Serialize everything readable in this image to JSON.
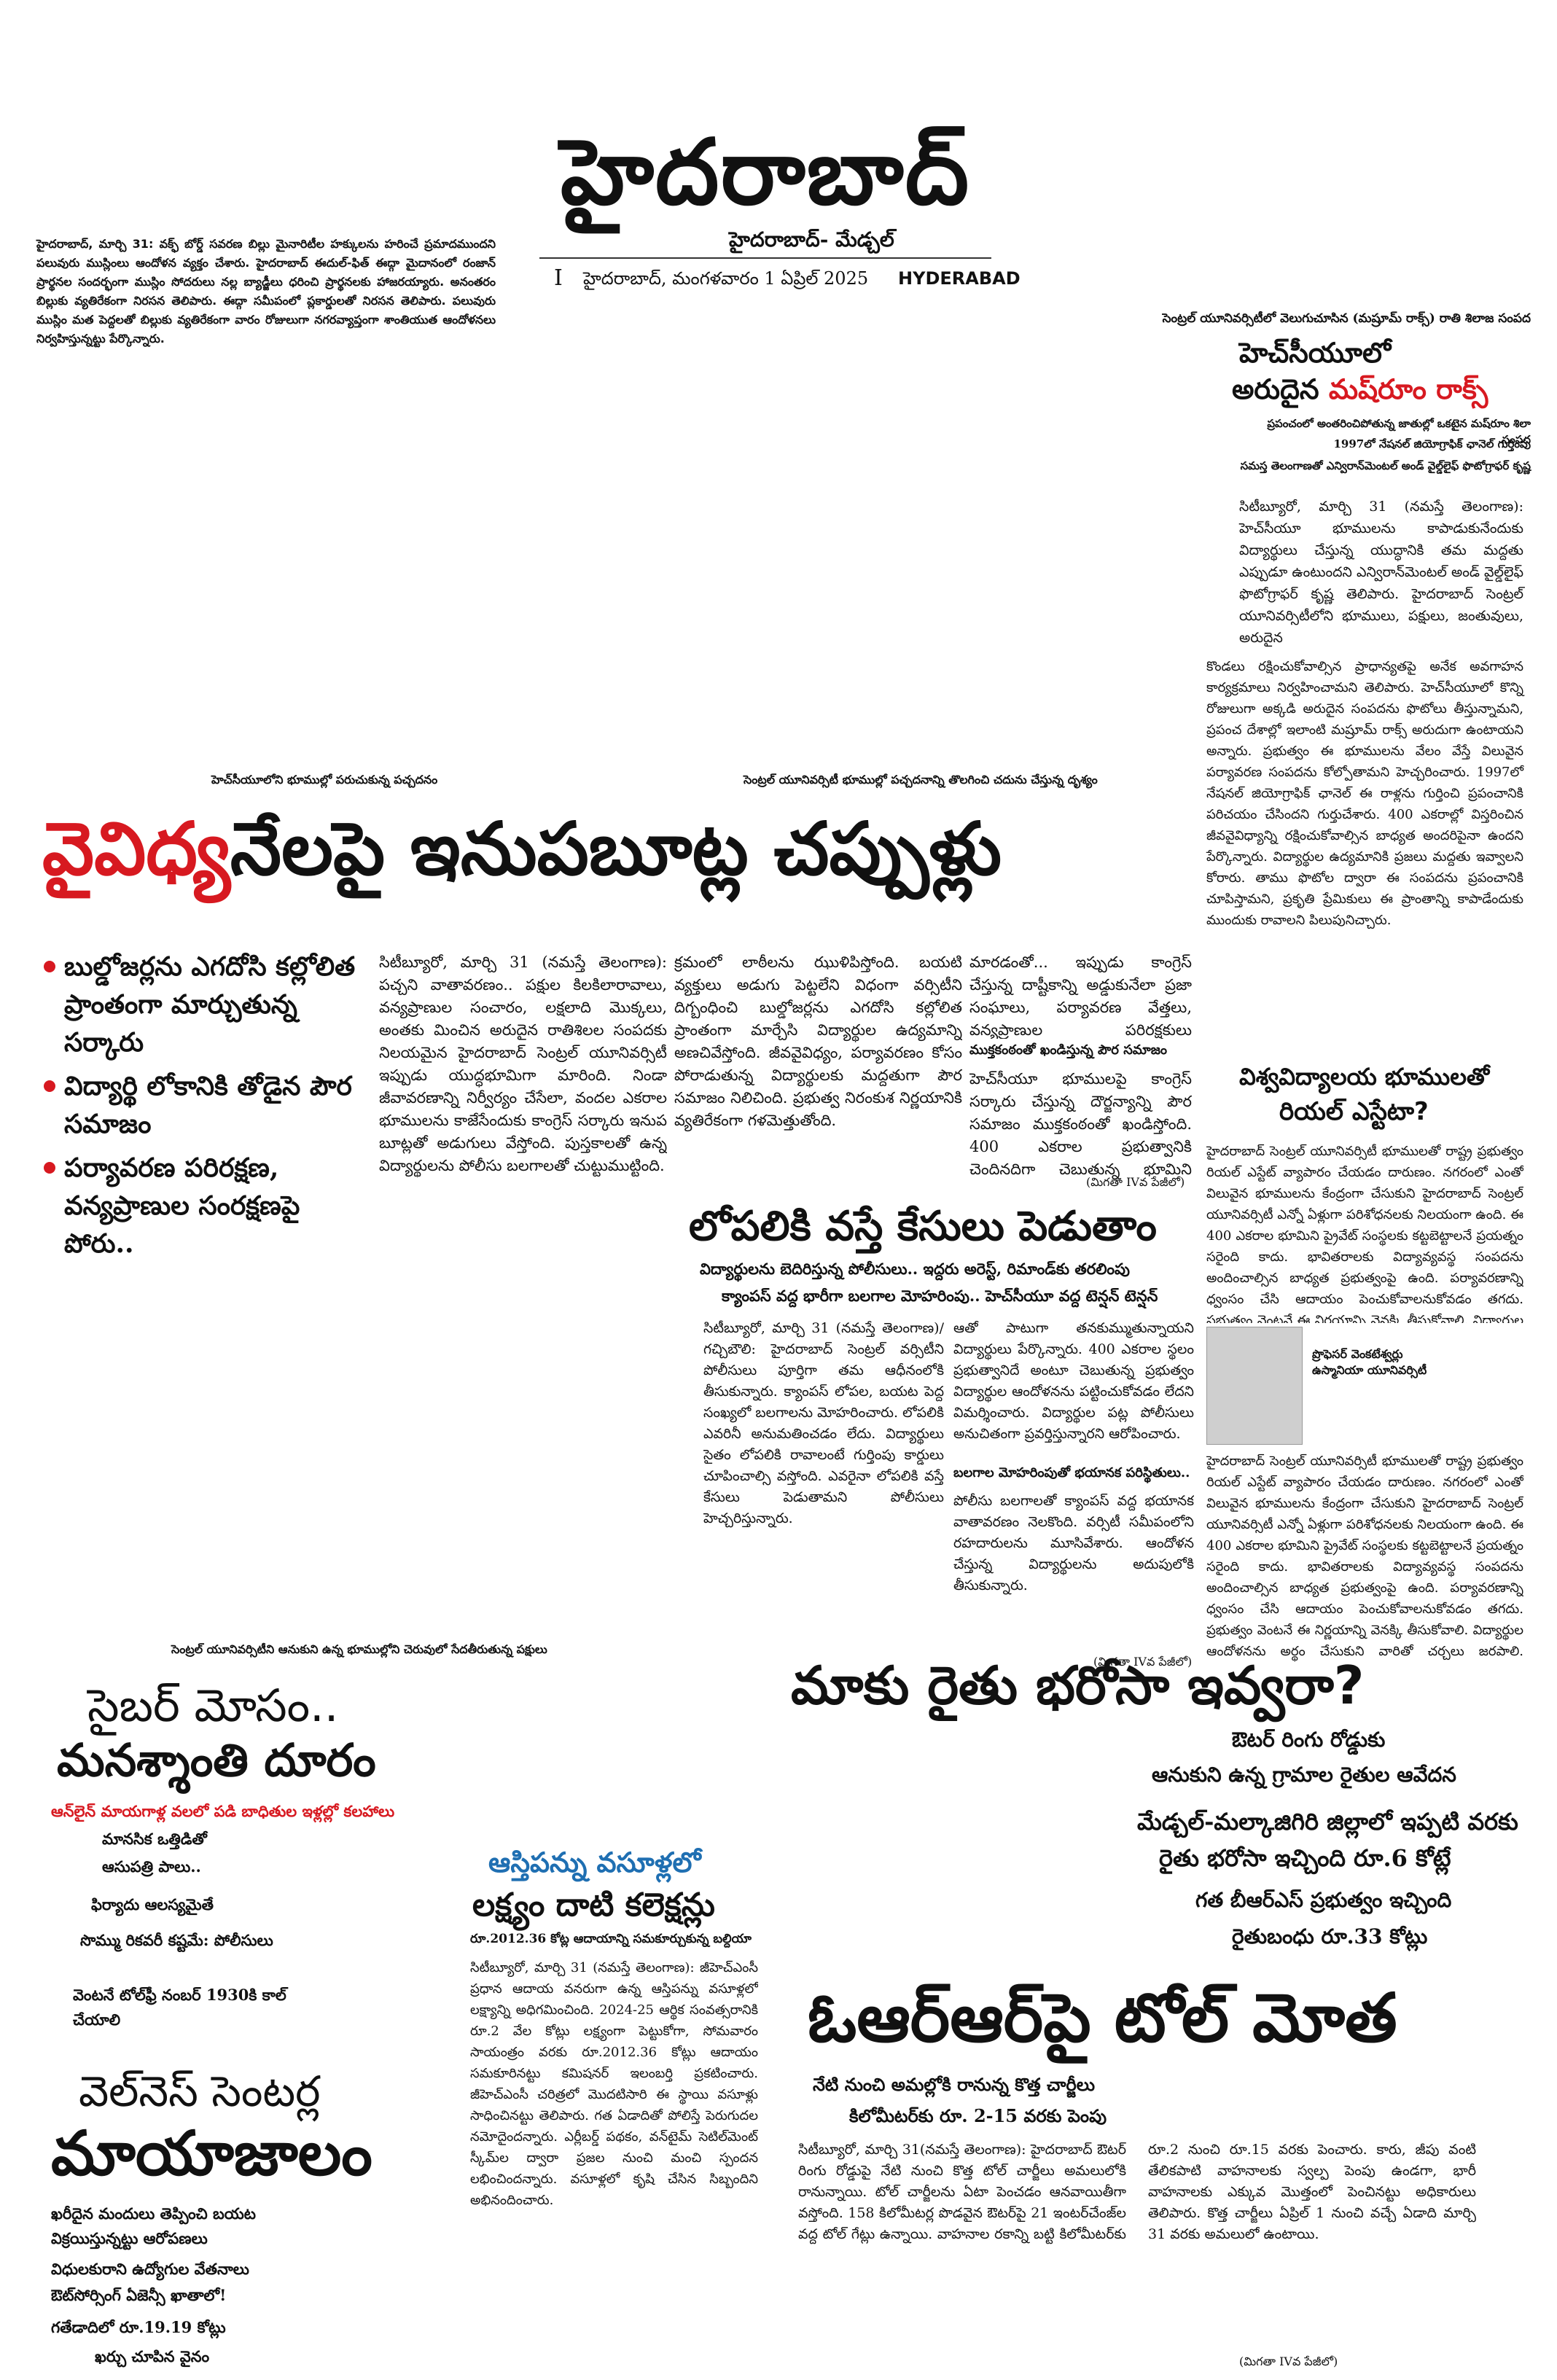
{
  "masthead": {
    "title": "హైదరాబాద్",
    "subtitle": "హైదరాబాద్- మేడ్చల్",
    "issue": "I",
    "date": "హైదరాబాద్, మంగళవారం 1 ఏప్రిల్ 2025",
    "city_en": "HYDERABAD"
  },
  "top_left_note": "హైదరాబాద్, మార్చి 31: వక్ఫ్ బోర్డ్ సవరణ బిల్లు మైనారిటీల హక్కులను హరించే ప్రమాదముందని పలువురు ముస్లింలు ఆందోళన వ్యక్తం చేశారు. హైదరాబాద్ ఈదుల్-ఫిత్ ఈద్గా మైదానంలో రంజాన్ ప్రార్థనల సందర్భంగా ముస్లిం సోదరులు నల్ల బ్యాడ్జీలు ధరించి ప్రార్థనలకు హాజరయ్యారు. అనంతరం బిల్లుకు వ్యతిరేకంగా నిరసన తెలిపారు. ఈద్గా సమీపంలో ప్లకార్డులతో నిరసన తెలిపారు. పలువురు ముస్లిం మత పెద్దలతో బిల్లుకు వ్యతిరేకంగా వారం రోజులుగా నగరవ్యాప్తంగా శాంతియుత ఆందోళనలు నిర్వహిస్తున్నట్టు పేర్కొన్నారు.",
  "mushroom": {
    "kicker": "సెంట్రల్ యూనివర్సిటీలో వెలుగుచూసిన (మష్రూమ్ రాక్స్) రాతి శిలాజ సంపద",
    "headline_1": "హెచ్‌సీయూలో",
    "headline_2a": "అరుదైన ",
    "headline_2b": "మష్‌రూం రాక్స్",
    "sub_1": "ప్రపంచంలో అంతరించిపోతున్న జాతుల్లో ఒకటైన మష్‌రూం శిలా సంపద",
    "sub_2": "1997లో నేషనల్ జియోగ్రాఫిక్ ఛానెల్ గుర్తింపు",
    "sub_3": "సమస్త తెలంగాణతో ఎన్విరాన్‌మెంటల్ అండ్ వైల్డ్‌లైఫ్ ఫొటోగ్రాఫర్ కృష్ణ",
    "body_narrow": "సిటీబ్యూరో, మార్చి 31 (నమస్తే తెలంగాణ): హెచ్‌సీయూ భూములను కాపాడుకునేందుకు విద్యార్థులు చేస్తున్న యుద్ధానికి తమ మద్దతు ఎప్పుడూ ఉంటుందని ఎన్విరాన్‌మెంటల్ అండ్ వైల్డ్‌లైఫ్ ఫొటోగ్రాఫర్ కృష్ణ తెలిపారు. హైదరాబాద్ సెంట్రల్ యూనివర్సిటీలోని భూములు, పక్షులు, జంతువులు, అరుదైన",
    "body_wide": "కొండలు రక్షించుకోవాల్సిన ప్రాధాన్యతపై అనేక అవగాహన కార్యక్రమాలు నిర్వహించామని తెలిపారు. హెచ్‌సీయూలో కొన్ని రోజులుగా అక్కడి అరుదైన సంపదను ఫొటోలు తీస్తున్నామని, ప్రపంచ దేశాల్లో ఇలాంటి మష్రూమ్ రాక్స్ అరుదుగా ఉంటాయని అన్నారు. ప్రభుత్వం ఈ భూములను వేలం వేస్తే విలువైన పర్యావరణ సంపదను కోల్పోతామని హెచ్చరించారు. 1997లో నేషనల్ జియోగ్రాఫిక్ ఛానెల్ ఈ రాళ్లను గుర్తించి ప్రపంచానికి పరిచయం చేసిందని గుర్తుచేశారు. 400 ఎకరాల్లో విస్తరించిన జీవవైవిధ్యాన్ని రక్షించుకోవాల్సిన బాధ్యత అందరిపైనా ఉందని పేర్కొన్నారు. విద్యార్థుల ఉద్యమానికి ప్రజలు మద్దతు ఇవ్వాలని కోరారు. తాము ఫొటోల ద్వారా ఈ సంపదను ప్రపంచానికి చూపిస్తామని, ప్రకృతి ప్రేమికులు ఈ ప్రాంతాన్ని కాపాడేందుకు ముందుకు రావాలని పిలుపునిచ్చారు."
  },
  "photo_captions": {
    "left": "హెచ్‌సీయూలోని భూముల్లో పరుచుకున్న పచ్చదనం",
    "right": "సెంట్రల్ యూనివర్సిటీ భూముల్లో పచ్చదనాన్ని తొలగించి చదును చేస్తున్న దృశ్యం"
  },
  "lead": {
    "headline_red": "వైవిధ్య",
    "headline_rest": "నేలపై ఇనుపబూట్ల చప్పుళ్లు",
    "bullets": [
      "బుల్డోజర్లను ఎగదోసి కల్లోలిత ప్రాంతంగా మార్చుతున్న సర్కారు",
      "విద్యార్థి లోకానికి తోడైన పౌర సమాజం",
      "పర్యావరణ పరిరక్షణ, వన్యప్రాణుల సంరక్షణపై పోరు.."
    ],
    "col1": "సిటీబ్యూరో, మార్చి 31 (నమస్తే తెలంగాణ): పచ్చని వాతావరణం.. పక్షుల కిలకిలారావాలు, వన్యప్రాణుల సంచారం, లక్షలాది మొక్కలు, అంతకు మించిన అరుదైన రాతిశిలల సంపదకు నిలయమైన హైదరాబాద్ సెంట్రల్ యూనివర్సిటీ ఇప్పుడు యుద్ధభూమిగా మారింది. నిండా జీవావరణాన్ని నిర్వీర్యం చేసేలా, వందల ఎకరాల భూములను కాజేసేందుకు కాంగ్రెస్ సర్కారు ఇనుప బూట్లతో అడుగులు వేస్తోంది. పుస్తకాలతో ఉన్న విద్యార్థులను పోలీసు బలగాలతో చుట్టుముట్టింది.",
    "col2": "క్రమంలో లాఠీలను ఝుళిపిస్తోంది. బయటి వ్యక్తులు అడుగు పెట్టలేని విధంగా వర్సిటీని దిగ్బంధించి బుల్డోజర్లను ఎగదోసి కల్లోలిత ప్రాంతంగా మార్చేసి విద్యార్థుల ఉద్యమాన్ని అణచివేస్తోంది. జీవవైవిధ్యం, పర్యావరణం కోసం పోరాడుతున్న విద్యార్థులకు మద్దతుగా పౌర సమాజం నిలిచింది. ప్రభుత్వ నిరంకుశ నిర్ణయానికి వ్యతిరేకంగా గళమెత్తుతోంది.",
    "col3": "మారడంతో... ఇప్పుడు కాంగ్రెస్ చేస్తున్న దాష్టీకాన్ని అడ్డుకునేలా ప్రజా సంఘాలు, పర్యావరణ వేత్తలు, వన్యప్రాణుల పరిరక్షకులు ముందుకొస్తున్నారు. ఇలా ప్రభుత్వ తీరుపై తెలంగాణ సమాజం ఆగ్రహంతో ఉంది.",
    "subhead": "ముక్తకంఠంతో ఖండిస్తున్న పౌర సమాజం",
    "col3b": "హెచ్‌సీయూ భూములపై కాంగ్రెస్ సర్కారు చేస్తున్న దౌర్జన్యాన్ని పౌర సమాజం ముక్తకంఠంతో ఖండిస్తోంది. 400 ఎకరాల ప్రభుత్వానికి చెందినదిగా చెబుతున్న భూమిని కాపాడుకోవాలని పిలుపునిస్తోంది. విద్యార్థి లోకం పోరాటానికి మద్దతుగా నిలిచింది, హెచ్‌సీయూ",
    "credit": "(మిగతా IVవ పేజీలో)"
  },
  "police": {
    "headline": "లోపలికి వస్తే కేసులు పెడుతాం",
    "sub_1": "విద్యార్థులను బెదిరిస్తున్న పోలీసులు.. ఇద్దరు అరెస్ట్, రిమాండ్‌కు తరలింపు",
    "sub_2": "క్యాంపస్ వద్ద భారీగా బలగాల మోహరింపు.. హెచ్‌సీయూ వద్ద టెన్షన్ టెన్షన్",
    "col1": "సిటీబ్యూరో, మార్చి 31 (నమస్తే తెలంగాణ)/గచ్చిబౌలి: హైదరాబాద్ సెంట్రల్ వర్సిటీని పోలీసులు పూర్తిగా తమ ఆధీనంలోకి తీసుకున్నారు. క్యాంపస్ లోపల, బయట పెద్ద సంఖ్యలో బలగాలను మోహరించారు. లోపలికి ఎవరినీ అనుమతించడం లేదు. విద్యార్థులు సైతం లోపలికి రావాలంటే గుర్తింపు కార్డులు చూపించాల్సి వస్తోంది. ఎవరైనా లోపలికి వస్తే కేసులు పెడుతామని పోలీసులు హెచ్చరిస్తున్నారు.",
    "col2": "ఆతో పాటుగా తనకుమ్ముతున్నాయని విద్యార్థులు పేర్కొన్నారు. 400 ఎకరాల స్థలం ప్రభుత్వానిదే అంటూ చెబుతున్న ప్రభుత్వం విద్యార్థుల ఆందోళనను పట్టించుకోవడం లేదని విమర్శించారు. విద్యార్థుల పట్ల పోలీసులు అనుచితంగా ప్రవర్తిస్తున్నారని ఆరోపించారు.",
    "subhead": "బలగాల మోహరింపుతో భయానక పరిస్థితులు..",
    "col2b": "పోలీసు బలగాలతో క్యాంపస్ వద్ద భయానక వాతావరణం నెలకొంది. వర్సిటీ సమీపంలోని రహదారులను మూసివేశారు. ఆందోళన చేస్తున్న విద్యార్థులను అదుపులోకి తీసుకున్నారు.",
    "credit": "(మిగతా IVవ పేజీలో)"
  },
  "prof": {
    "name": "ప్రొఫెసర్ వెంకటేశ్వర్లు",
    "title": "ఉస్మానియా యూనివర్సిటీ"
  },
  "real_estate": {
    "headline_1": "విశ్వవిద్యాలయ భూములతో",
    "headline_2": "రియల్ ఎస్టేటా?",
    "body": "హైదరాబాద్ సెంట్రల్ యూనివర్సిటీ భూములతో రాష్ట్ర ప్రభుత్వం రియల్ ఎస్టేట్ వ్యాపారం చేయడం దారుణం. నగరంలో ఎంతో విలువైన భూములను కేంద్రంగా చేసుకుని హైదరాబాద్ సెంట్రల్ యూనివర్సిటీ ఎన్నో ఏళ్లుగా పరిశోధనలకు నిలయంగా ఉంది. ఈ 400 ఎకరాల భూమిని ప్రైవేట్ సంస్థలకు కట్టబెట్టాలనే ప్రయత్నం సరైంది కాదు. భావితరాలకు విద్యావ్యవస్థ సంపదను అందించాల్సిన బాధ్యత ప్రభుత్వంపై ఉంది. పర్యావరణాన్ని ధ్వంసం చేసి ఆదాయం పెంచుకోవాలనుకోవడం తగదు. ప్రభుత్వం వెంటనే ఈ నిర్ణయాన్ని వెనక్కి తీసుకోవాలి. విద్యార్థుల ఆందోళనను అర్థం చేసుకుని వారితో చర్చలు జరపాలి. లేనిపక్షంలో తెలంగాణ సమాజం మొత్తం ఉద్యమించాల్సి వస్తుంది. సెంట్రల్ యూనివర్సిటీ భూములు విద్య కోసమే వినియోగించాలి."
  },
  "bottom_left_caption": "సెంట్రల్ యూనివర్సిటీని ఆనుకుని ఉన్న భూముల్లోని చెరువులో సేదతీరుతున్న పక్షులు",
  "cyber": {
    "headline_1": "సైబర్ మోసం..",
    "headline_2": "మనశ్శాంతి దూరం",
    "red_line": "ఆన్‌లైన్ మాయగాళ్ల వలలో పడి బాధితుల ఇళ్లల్లో కలహాలు",
    "points": [
      "మానసిక ఒత్తిడితో",
      "ఆసుపత్రి పాలు..",
      "ఫిర్యాదు ఆలస్యమైతే",
      "సొమ్ము రికవరీ కష్టమే: పోలీసులు",
      "వెంటనే టోల్‌ఫ్రీ నంబర్ 1930కి కాల్ చేయాలి"
    ]
  },
  "wellness": {
    "headline_1": "వెల్‌నెస్ సెంటర్ల",
    "headline_2": "మాయాజాలం",
    "points": [
      "ఖరీదైన మందులు తెప్పించి బయట విక్రయిస్తున్నట్టు ఆరోపణలు",
      "విధులకురాని ఉద్యోగుల వేతనాలు",
      "ఔట్‌సోర్సింగ్ ఏజెన్సీ ఖాతాలో!",
      "గతేడాదిలో రూ.19.19 కోట్లు",
      "ఖర్చు చూపిన వైనం"
    ]
  },
  "property_tax": {
    "kicker": "ఆస్తిపన్ను వసూళ్లలో",
    "headline": "లక్ష్యం దాటి కలెక్షన్లు",
    "sub": "రూ.2012.36 కోట్ల ఆదాయాన్ని సమకూర్చుకున్న బల్దియా",
    "body": "సిటీబ్యూరో, మార్చి 31 (నమస్తే తెలంగాణ): జీహెచ్‌ఎంసీ ప్రధాన ఆదాయ వనరుగా ఉన్న ఆస్తిపన్ను వసూళ్లలో లక్ష్యాన్ని అధిగమించింది. 2024-25 ఆర్థిక సంవత్సరానికి రూ.2 వేల కోట్లు లక్ష్యంగా పెట్టుకోగా, సోమవారం సాయంత్రం వరకు రూ.2012.36 కోట్లు ఆదాయం సమకూరినట్టు కమిషనర్ ఇలంబర్తి ప్రకటించారు. జీహెచ్‌ఎంసీ చరిత్రలో మొదటిసారి ఈ స్థాయి వసూళ్లు సాధించినట్టు తెలిపారు. గత ఏడాదితో పోలిస్తే పెరుగుదల నమోదైందన్నారు. ఎర్లీబర్డ్ పథకం, వన్‌టైమ్ సెటిల్‌మెంట్ స్కీమ్‌ల ద్వారా ప్రజల నుంచి మంచి స్పందన లభించిందన్నారు. వసూళ్లలో కృషి చేసిన సిబ్బందిని అభినందించారు."
  },
  "farmers": {
    "headline": "మాకు రైతు భరోసా ఇవ్వరా?",
    "sub_1": "ఔటర్ రింగు రోడ్డుకు",
    "sub_2": "ఆనుకుని ఉన్న గ్రామాల రైతుల ఆవేదన",
    "sub_3": "మేడ్చల్-మల్కాజిగిరి జిల్లాలో ఇప్పటి వరకు",
    "sub_4": "రైతు భరోసా ఇచ్చింది రూ.6 కోట్లే",
    "sub_5": "గత బీఆర్‌ఎస్ ప్రభుత్వం ఇచ్చింది",
    "sub_6": "రైతుబంధు రూ.33 కోట్లు"
  },
  "orr": {
    "headline": "ఓఆర్ఆర్‌పై టోల్ మోత",
    "sub_1": "నేటి నుంచి అమల్లోకి రానున్న కొత్త చార్జీలు",
    "sub_2": "కిలోమీటర్‌కు రూ. 2-15 వరకు పెంపు",
    "body": "సిటీబ్యూరో, మార్చి 31(నమస్తే తెలంగాణ): హైదరాబాద్ ఔటర్ రింగు రోడ్డుపై నేటి నుంచి కొత్త టోల్ చార్జీలు అమలులోకి రానున్నాయి. టోల్ చార్జీలను ఏటా పెంచడం ఆనవాయితీగా వస్తోంది. 158 కిలోమీటర్ల పొడవైన ఔటర్‌పై 21 ఇంటర్‌చేంజ్‌ల వద్ద టోల్ గేట్లు ఉన్నాయి. వాహనాల రకాన్ని బట్టి కిలోమీటర్‌కు రూ.2 నుంచి రూ.15 వరకు పెంచారు. కారు, జీపు వంటి తేలికపాటి వాహనాలకు స్వల్ప పెంపు ఉండగా, భారీ వాహనాలకు ఎక్కువ మొత్తంలో పెంచినట్టు అధికారులు తెలిపారు. కొత్త చార్జీలు ఏప్రిల్ 1 నుంచి వచ్చే ఏడాది మార్చి 31 వరకు అమలులో ఉంటాయి.",
    "credit": "(మిగతా IVవ పేజీలో)"
  }
}
